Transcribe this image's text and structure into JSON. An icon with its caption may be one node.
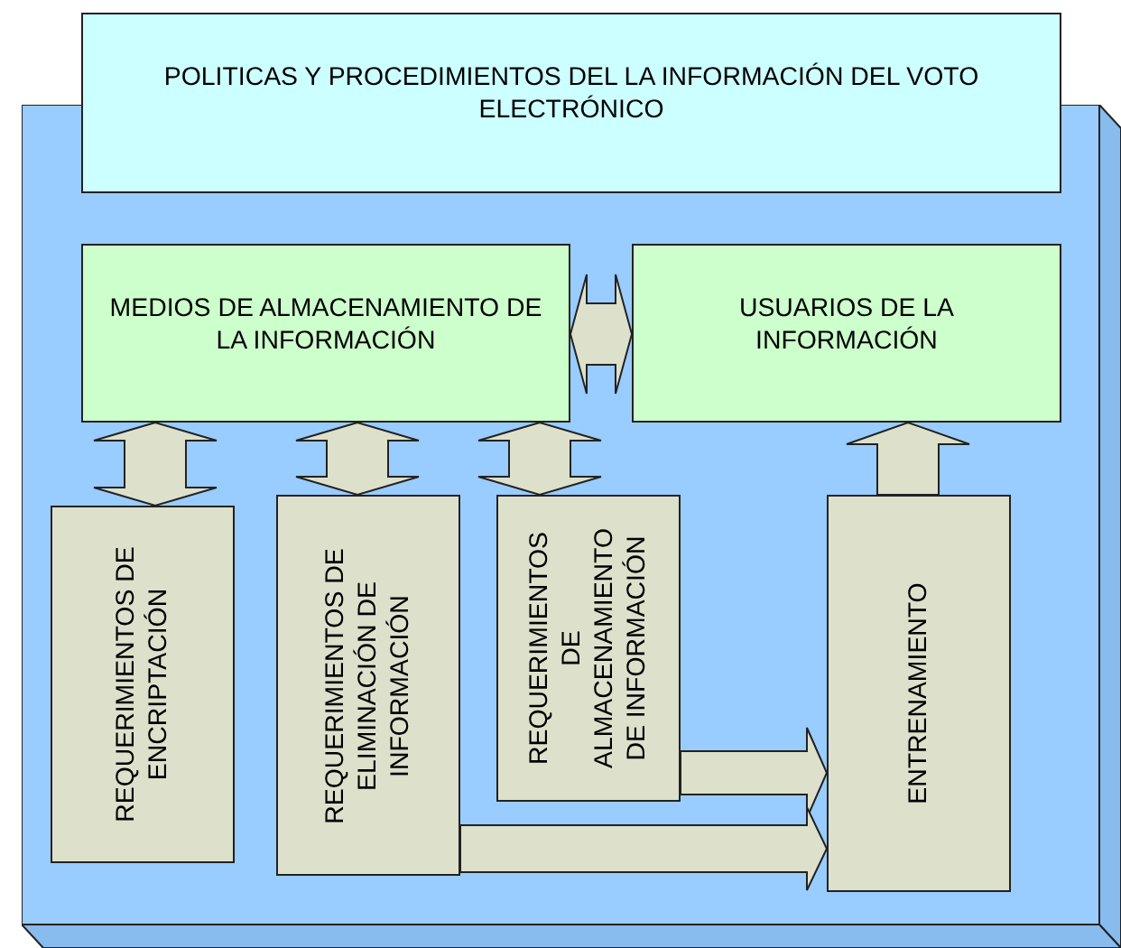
{
  "diagram": {
    "nodes": [
      {
        "text": [],
        "shape": "box"
      },
      {
        "text": [
          "POLITICAS Y PROCEDIMIENTOS DEL LA INFORMACIÓN DEL VOTO ELECTRÓNICO"
        ]
      },
      {
        "text": [
          "MEDIOS DE ALMACENAMIENTO DE LA INFORMACIÓN"
        ],
        "in": 0
      },
      {
        "text": [
          "USUARIOS DE LA INFORMACIÓN"
        ],
        "in": 0
      },
      {
        "text": [
          "REQUERIMIENTOS DE ENCRIPTACIÓN"
        ],
        "in": 0
      },
      {
        "text": [
          "REQUERIMIENTOS DE ELIMINACIÓN DE INFORMACIÓN"
        ],
        "in": 0
      },
      {
        "text": [
          "REQUERIMIENTOS DE ALMACENAMIENTO DE INFORMACIÓN"
        ],
        "in": 0
      },
      {
        "text": [
          "ENTRENAMIENTO"
        ],
        "in": 0
      }
    ],
    "edges": [
      {
        "from": 2,
        "to": 3,
        "arrow": "both"
      },
      {
        "from": 2,
        "to": 4,
        "arrow": "both"
      },
      {
        "from": 2,
        "to": 5,
        "arrow": "both"
      },
      {
        "from": 2,
        "to": 6,
        "arrow": "both"
      },
      {
        "from": 7,
        "to": 3,
        "arrow": "to"
      },
      {
        "from": 6,
        "to": 7,
        "arrow": "to"
      },
      {
        "from": 5,
        "to": 7,
        "arrow": "to"
      }
    ]
  }
}
